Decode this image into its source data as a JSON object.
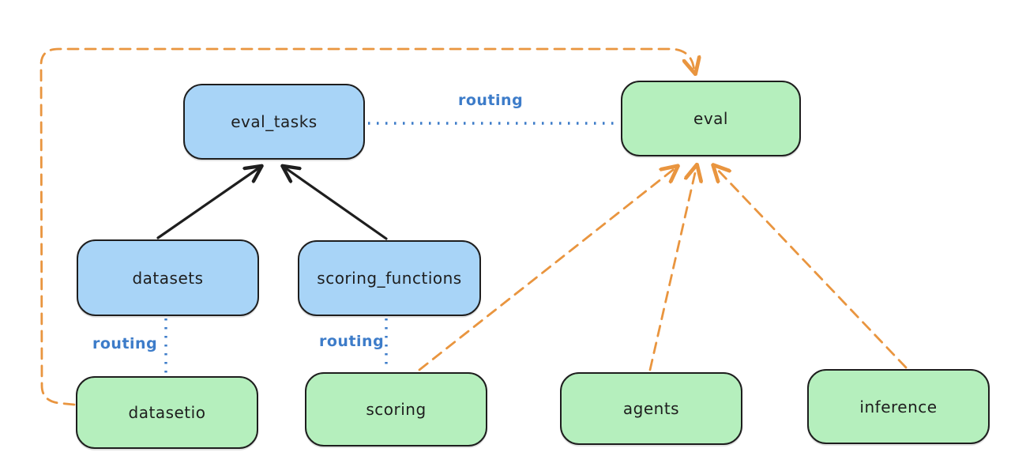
{
  "diagram": {
    "nodes": {
      "eval_tasks": {
        "label": "eval_tasks",
        "color_group": "blue"
      },
      "eval": {
        "label": "eval",
        "color_group": "green"
      },
      "datasets": {
        "label": "datasets",
        "color_group": "blue"
      },
      "scoring_functions": {
        "label": "scoring_functions",
        "color_group": "blue"
      },
      "datasetio": {
        "label": "datasetio",
        "color_group": "green"
      },
      "scoring": {
        "label": "scoring",
        "color_group": "green"
      },
      "agents": {
        "label": "agents",
        "color_group": "green"
      },
      "inference": {
        "label": "inference",
        "color_group": "green"
      }
    },
    "edges": [
      {
        "from": "datasets",
        "to": "eval_tasks",
        "style": "solid",
        "color": "black",
        "arrow": true,
        "label": ""
      },
      {
        "from": "scoring_functions",
        "to": "eval_tasks",
        "style": "solid",
        "color": "black",
        "arrow": true,
        "label": ""
      },
      {
        "from": "eval_tasks",
        "to": "eval",
        "style": "dotted",
        "color": "blue",
        "arrow": false,
        "label": "routing"
      },
      {
        "from": "datasets",
        "to": "datasetio",
        "style": "dotted",
        "color": "blue",
        "arrow": false,
        "label": "routing"
      },
      {
        "from": "scoring_functions",
        "to": "scoring",
        "style": "dotted",
        "color": "blue",
        "arrow": false,
        "label": "routing"
      },
      {
        "from": "datasetio",
        "to": "eval",
        "style": "dashed",
        "color": "orange",
        "arrow": true,
        "label": ""
      },
      {
        "from": "scoring",
        "to": "eval",
        "style": "dashed",
        "color": "orange",
        "arrow": true,
        "label": ""
      },
      {
        "from": "agents",
        "to": "eval",
        "style": "dashed",
        "color": "orange",
        "arrow": true,
        "label": ""
      },
      {
        "from": "inference",
        "to": "eval",
        "style": "dashed",
        "color": "orange",
        "arrow": true,
        "label": ""
      }
    ],
    "labels": {
      "routing_top": "routing",
      "routing_datasets": "routing",
      "routing_scoring": "routing"
    },
    "colors": {
      "blue_node_fill": "#a8d4f7",
      "green_node_fill": "#b5efbd",
      "node_border": "#1e1e1e",
      "node_text": "#1e1e1e",
      "routing_blue": "#3d7cc9",
      "arrow_black": "#1e1e1e",
      "arrow_orange": "#e9953f",
      "background": "#ffffff"
    }
  }
}
